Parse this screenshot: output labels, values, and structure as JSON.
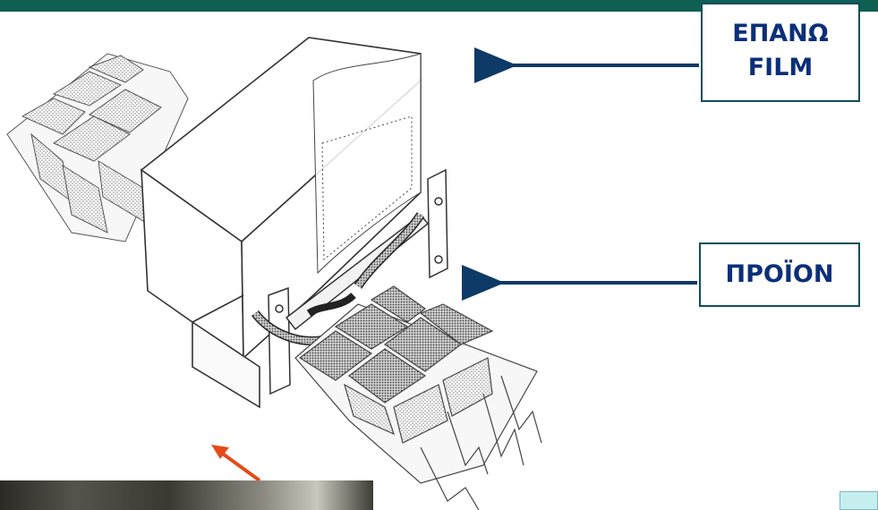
{
  "labels": {
    "top_film_line1": "ΕΠΑΝΩ",
    "top_film_line2": "FILM",
    "product": "ΠΡΟΪΟΝ"
  },
  "colors": {
    "header_bar": "#0f5f53",
    "label_text": "#0b2f78",
    "pointer_arrow": "#0d3a66",
    "highlight_arrow": "#e64a19"
  }
}
